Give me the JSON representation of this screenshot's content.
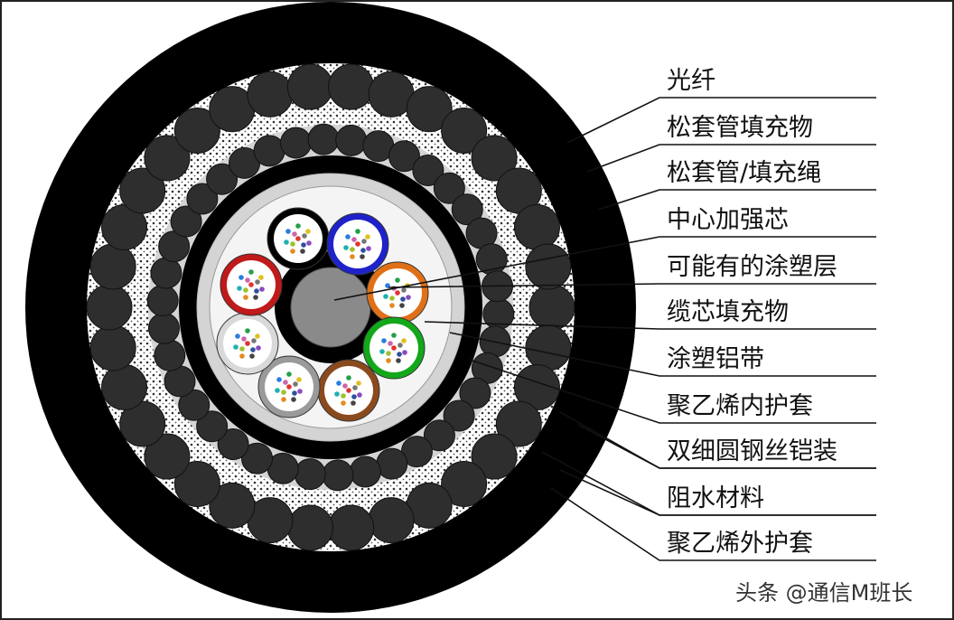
{
  "labels": [
    {
      "id": "fiber",
      "text": "光纤"
    },
    {
      "id": "tube-filler",
      "text": "松套管填充物"
    },
    {
      "id": "tube-rope",
      "text": "松套管/填充绳"
    },
    {
      "id": "center-strength",
      "text": "中心加强芯"
    },
    {
      "id": "possible-coating",
      "text": "可能有的涂塑层"
    },
    {
      "id": "core-filler",
      "text": "缆芯填充物"
    },
    {
      "id": "coated-aluminum",
      "text": "涂塑铝带"
    },
    {
      "id": "pe-inner-sheath",
      "text": "聚乙烯内护套"
    },
    {
      "id": "double-steel-armor",
      "text": "双细圆钢丝铠装"
    },
    {
      "id": "water-blocking",
      "text": "阻水材料"
    },
    {
      "id": "pe-outer-sheath",
      "text": "聚乙烯外护套"
    }
  ],
  "watermark": "头条 @通信M班长",
  "colors": {
    "sheath": "#000000",
    "wire": "#2e2e2e",
    "fill_dots": "#ffffff",
    "grey_layer": "#d4d4d4",
    "core_rod": "#8a8a8a",
    "tube_colors": [
      "#000000",
      "#1f22c9",
      "#e07018",
      "#13a81a",
      "#8b4a1e",
      "#9a9a9a",
      "#d9d9d9",
      "#c01a1a"
    ],
    "fiber_dot_colors": [
      "#e23232",
      "#2a7de0",
      "#22a04a",
      "#e0c020",
      "#8a4ac0",
      "#444444",
      "#e58a20",
      "#20b0b0",
      "#cc66aa",
      "#777777",
      "#a0c030",
      "#3050a0"
    ]
  }
}
